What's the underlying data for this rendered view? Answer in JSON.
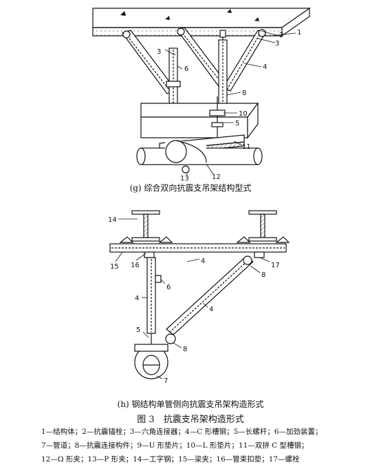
{
  "diagram_g": {
    "caption": "(g) 综合双向抗震支吊架结构型式",
    "labels": [
      "1",
      "2",
      "3",
      "3",
      "6",
      "4",
      "8",
      "10",
      "5",
      "11",
      "13",
      "12"
    ]
  },
  "diagram_h": {
    "caption": "(h) 钢结构单管侧向抗震支吊架构造形式",
    "labels": [
      "14",
      "15",
      "16",
      "4",
      "17",
      "8",
      "6",
      "4",
      "4",
      "5",
      "8",
      "7"
    ]
  },
  "figure": {
    "title": "图 3　抗震支吊架构造形式",
    "legend": [
      "1—结构体；2—抗震锚栓；3—六角连接器；4—C 形槽钢；5—长螺杆；6—加劲装置；",
      "7—管道；8—抗震连接构件；9—U 形垫片；10—L 形垫片；11—双拼 C 型槽钢；",
      "12—Ω 形夹；13—P 形夹；14—工字钢；15—梁夹；16—管束扣垫；17—螺栓"
    ]
  }
}
